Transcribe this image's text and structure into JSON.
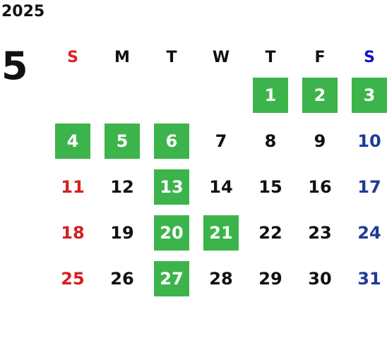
{
  "year": "2025",
  "month": "5",
  "weekdays": [
    "S",
    "M",
    "T",
    "W",
    "T",
    "F",
    "S"
  ],
  "colors": {
    "highlight": "#3cb44b",
    "sunday": "#d42020",
    "saturday": "#1e3c96",
    "text": "#111111"
  },
  "first_weekday_index": 4,
  "days_in_month": 31,
  "highlighted_days": [
    1,
    2,
    3,
    4,
    5,
    6,
    13,
    20,
    21,
    27
  ]
}
